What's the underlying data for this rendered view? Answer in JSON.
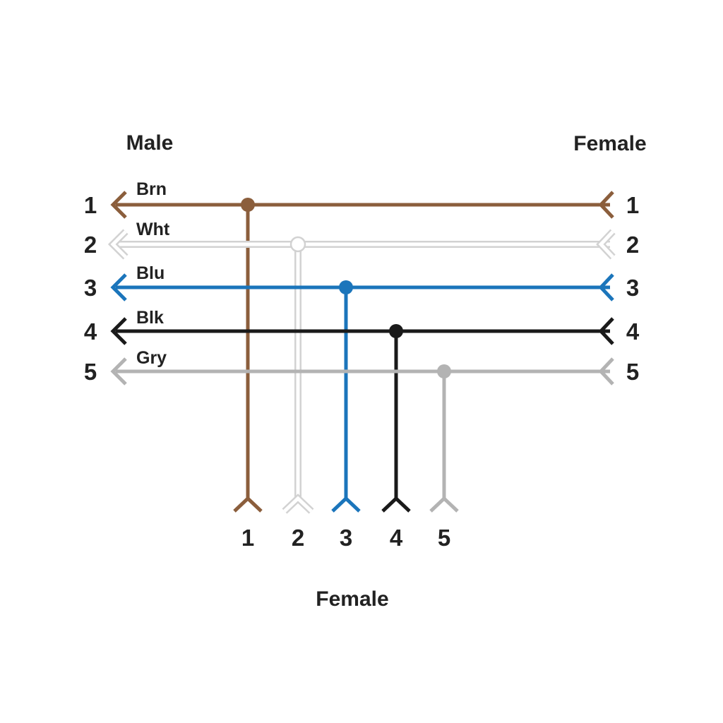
{
  "headers": {
    "left": "Male",
    "right": "Female",
    "bottom": "Female"
  },
  "wires": [
    {
      "pin": "1",
      "name": "Brn",
      "color": "#8b5e3c",
      "hollow": false
    },
    {
      "pin": "2",
      "name": "Wht",
      "color": "#d2d2d2",
      "hollow": true
    },
    {
      "pin": "3",
      "name": "Blu",
      "color": "#1b75bb",
      "hollow": false
    },
    {
      "pin": "4",
      "name": "Blk",
      "color": "#1a1a1a",
      "hollow": false
    },
    {
      "pin": "5",
      "name": "Gry",
      "color": "#b3b3b3",
      "hollow": false
    }
  ]
}
